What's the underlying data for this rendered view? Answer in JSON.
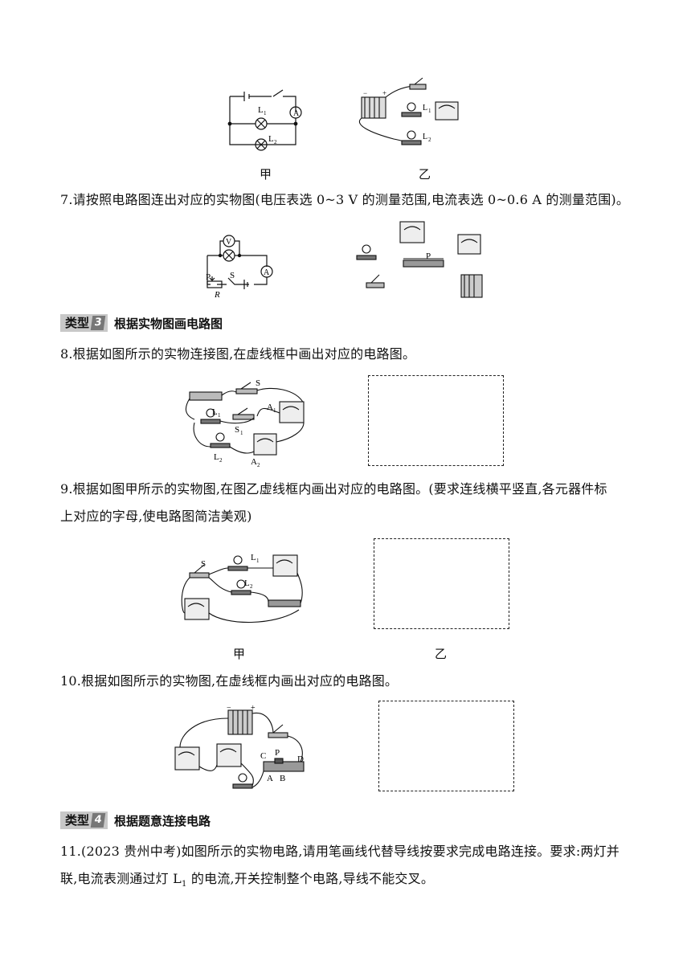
{
  "figures_top": {
    "cap_left": "甲",
    "cap_right": "乙"
  },
  "q7": {
    "text": "7.请按照电路图连出对应的实物图(电压表选 0~3 V 的测量范围,电流表选 0~0.6 A 的测量范围)。"
  },
  "section3": {
    "tag": "类型",
    "num": "3",
    "title": "根据实物图画电路图"
  },
  "q8": {
    "text": "8.根据如图所示的实物连接图,在虚线框中画出对应的电路图。"
  },
  "q9": {
    "line1": "9.根据如图甲所示的实物图,在图乙虚线框内画出对应的电路图。(要求连线横平竖直,各元器件标",
    "line2": "上对应的字母,使电路图简洁美观)",
    "cap_left": "甲",
    "cap_right": "乙"
  },
  "q10": {
    "text": "10.根据如图所示的实物图,在虚线框内画出对应的电路图。"
  },
  "section4": {
    "tag": "类型",
    "num": "4",
    "title": "根据题意连接电路"
  },
  "q11": {
    "line1": "11.(2023 贵州中考)如图所示的实物电路,请用笔画线代替导线按要求完成电路连接。要求:两灯并",
    "line2_pre": "联,电流表测通过灯 L",
    "line2_sub": "1",
    "line2_post": " 的电流,开关控制整个电路,导线不能交叉。"
  },
  "labels": {
    "L1": "L",
    "L2": "L",
    "sub1": "1",
    "sub2": "2",
    "A": "A",
    "V": "V",
    "P": "P",
    "S": "S",
    "R": "R",
    "S1": "S",
    "A1": "A",
    "A2": "A",
    "C": "C",
    "D": "D",
    "B": "B"
  }
}
